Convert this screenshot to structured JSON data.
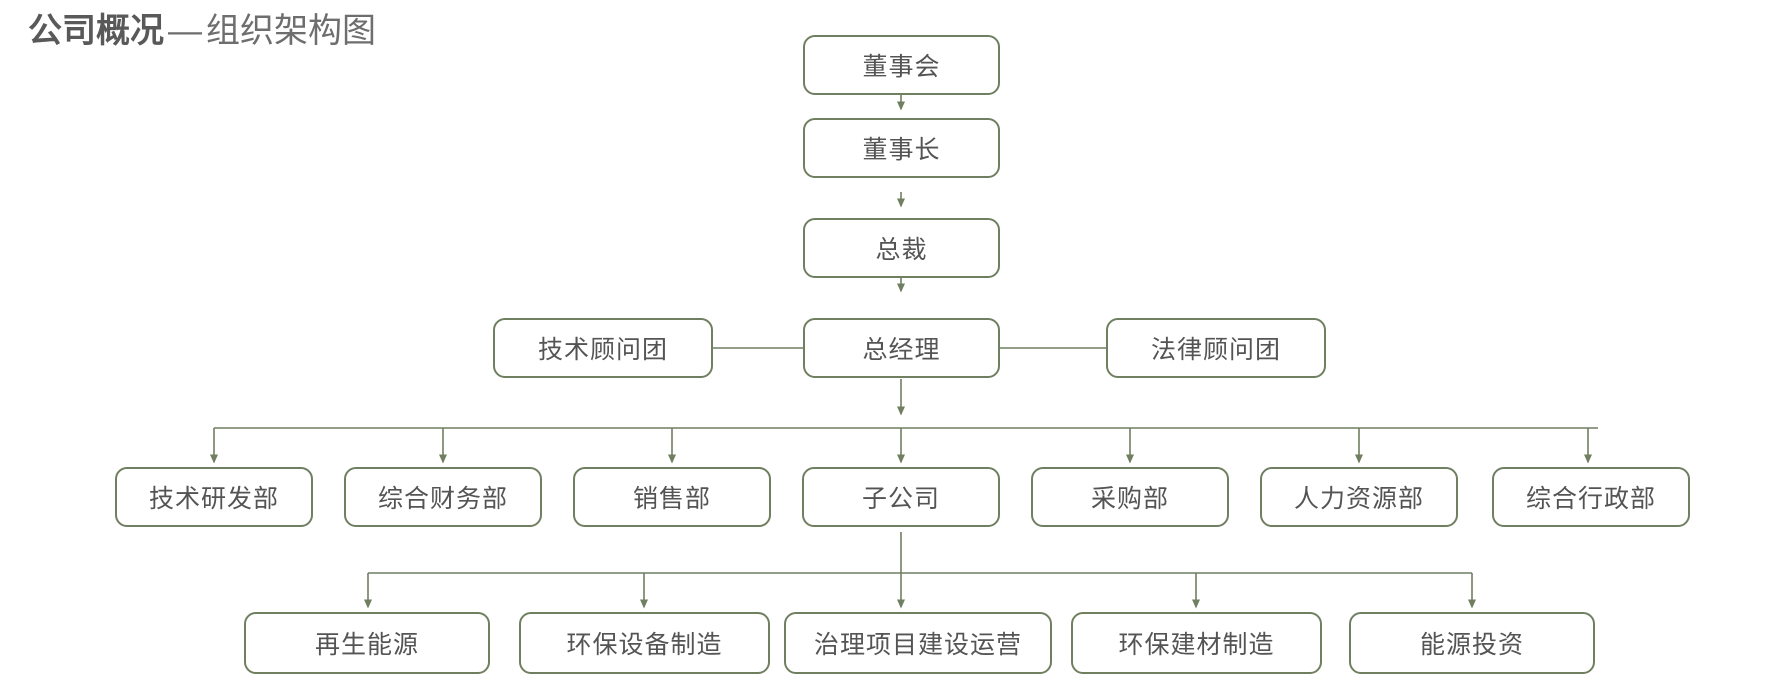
{
  "title": {
    "strong": "公司概况",
    "separator": "—",
    "rest": "组织架构图"
  },
  "theme": {
    "box_border": "#6f7f60",
    "box_fill": "#ffffff",
    "text": "#545454",
    "connector": "#6f7f60",
    "title_strong": "#595959",
    "title_rest": "#6e6e6e",
    "background": "#ffffff"
  },
  "chart_data": {
    "type": "diagram",
    "diagram_kind": "organization-chart",
    "orientation": "top-down",
    "title": "公司概况 — 组织架构图",
    "levels": [
      {
        "name": "level-1",
        "nodes": [
          "董事会"
        ]
      },
      {
        "name": "level-2",
        "nodes": [
          "董事长"
        ]
      },
      {
        "name": "level-3",
        "nodes": [
          "总裁"
        ]
      },
      {
        "name": "level-4",
        "nodes": [
          "技术顾问团",
          "总经理",
          "法律顾问团"
        ]
      },
      {
        "name": "level-5",
        "nodes": [
          "技术研发部",
          "综合财务部",
          "销售部",
          "子公司",
          "采购部",
          "人力资源部",
          "综合行政部"
        ]
      },
      {
        "name": "level-6",
        "nodes": [
          "再生能源",
          "环保设备制造",
          "治理项目建设运营",
          "环保建材制造",
          "能源投资"
        ]
      }
    ],
    "edges": [
      {
        "from": "董事会",
        "to": "董事长",
        "style": "arrow"
      },
      {
        "from": "董事长",
        "to": "总裁",
        "style": "arrow"
      },
      {
        "from": "总裁",
        "to": "总经理",
        "style": "arrow"
      },
      {
        "from": "总经理",
        "to": "技术顾问团",
        "style": "line"
      },
      {
        "from": "总经理",
        "to": "法律顾问团",
        "style": "line"
      },
      {
        "from": "总经理",
        "to": "技术研发部",
        "style": "arrow"
      },
      {
        "from": "总经理",
        "to": "综合财务部",
        "style": "arrow"
      },
      {
        "from": "总经理",
        "to": "销售部",
        "style": "arrow"
      },
      {
        "from": "总经理",
        "to": "子公司",
        "style": "arrow"
      },
      {
        "from": "总经理",
        "to": "采购部",
        "style": "arrow"
      },
      {
        "from": "总经理",
        "to": "人力资源部",
        "style": "arrow"
      },
      {
        "from": "总经理",
        "to": "综合行政部",
        "style": "arrow"
      },
      {
        "from": "子公司",
        "to": "再生能源",
        "style": "arrow"
      },
      {
        "from": "子公司",
        "to": "环保设备制造",
        "style": "arrow"
      },
      {
        "from": "子公司",
        "to": "治理项目建设运营",
        "style": "arrow"
      },
      {
        "from": "子公司",
        "to": "环保建材制造",
        "style": "arrow"
      },
      {
        "from": "子公司",
        "to": "能源投资",
        "style": "arrow"
      }
    ]
  },
  "nodes": {
    "board": {
      "label": "董事会"
    },
    "chairman": {
      "label": "董事长"
    },
    "president": {
      "label": "总裁"
    },
    "tech_advisors": {
      "label": "技术顾问团"
    },
    "general_manager": {
      "label": "总经理"
    },
    "legal_advisors": {
      "label": "法律顾问团"
    },
    "dept_rd": {
      "label": "技术研发部"
    },
    "dept_finance": {
      "label": "综合财务部"
    },
    "dept_sales": {
      "label": "销售部"
    },
    "dept_subsidiary": {
      "label": "子公司"
    },
    "dept_purchasing": {
      "label": "采购部"
    },
    "dept_hr": {
      "label": "人力资源部"
    },
    "dept_admin": {
      "label": "综合行政部"
    },
    "sub_renewable": {
      "label": "再生能源"
    },
    "sub_equipment": {
      "label": "环保设备制造"
    },
    "sub_projects": {
      "label": "治理项目建设运营"
    },
    "sub_materials": {
      "label": "环保建材制造"
    },
    "sub_investment": {
      "label": "能源投资"
    }
  }
}
